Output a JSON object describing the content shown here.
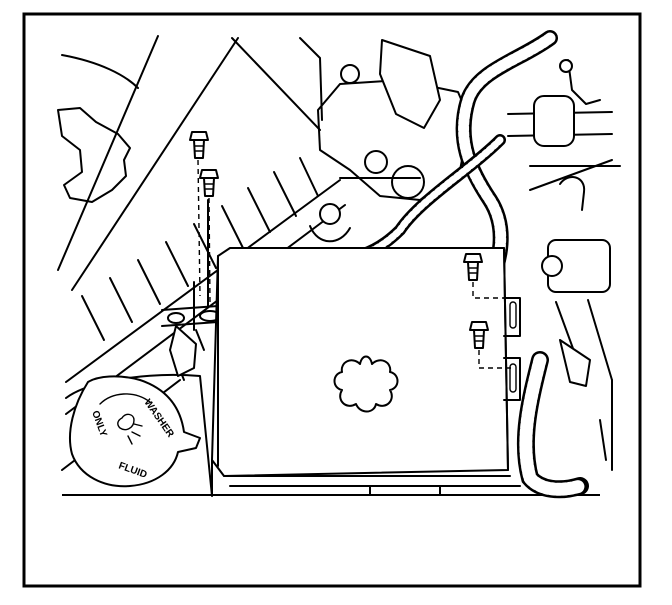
{
  "figure": {
    "cap_text_top": "WASHER",
    "cap_text_left": "ONLY",
    "cap_text_bottom": "FLUID"
  },
  "colors": {
    "ink": "#000000",
    "paper": "#ffffff"
  }
}
